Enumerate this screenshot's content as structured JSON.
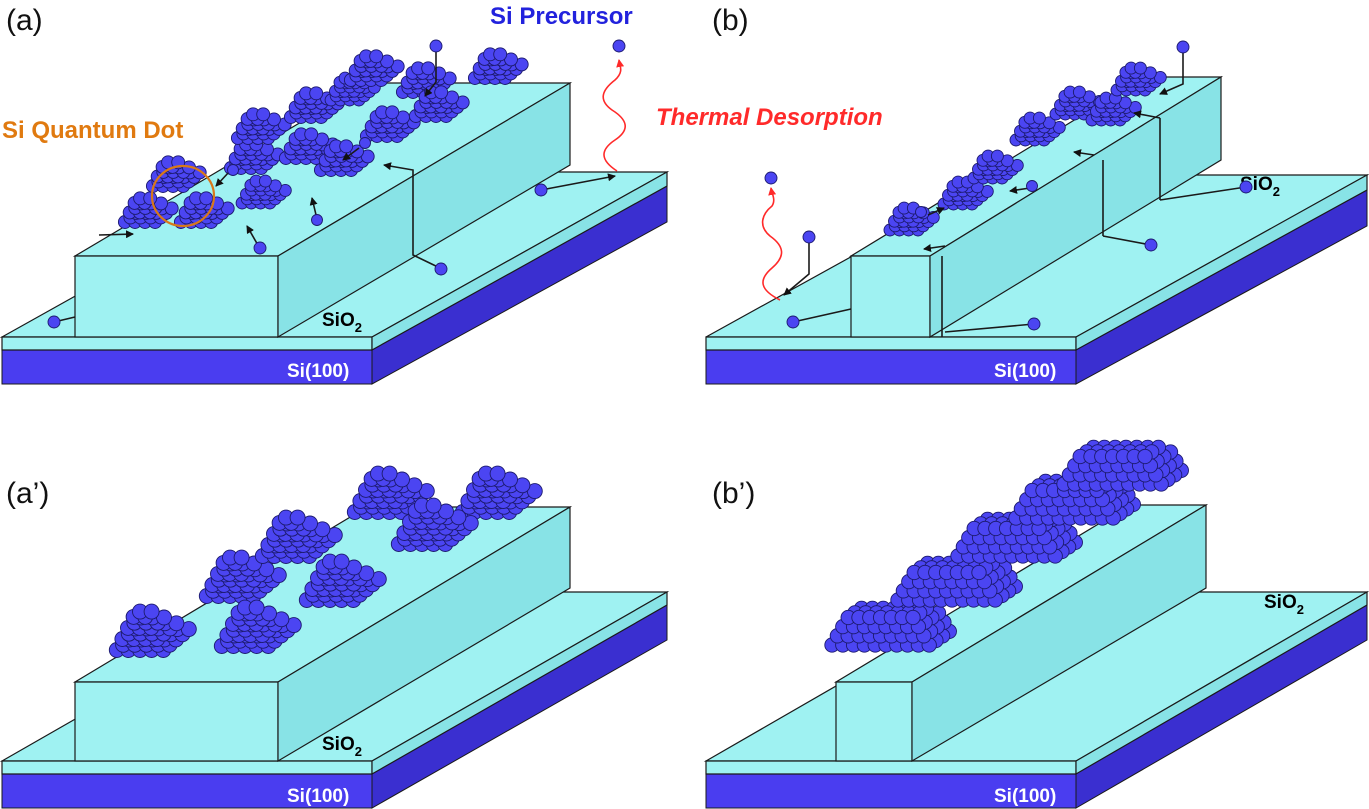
{
  "panels": {
    "a": {
      "label": "(a)"
    },
    "b": {
      "label": "(b)"
    },
    "a_prime": {
      "label": "(a’)"
    },
    "b_prime": {
      "label": "(b’)"
    }
  },
  "labels": {
    "si_precursor": "Si Precursor",
    "si_quantum_dot": "Si Quantum Dot",
    "thermal_desorption": "Thermal Desorption",
    "sio2_base": "SiO",
    "sio2_sub": "2",
    "substrate": "Si(100)"
  },
  "colors": {
    "oxide": "#9ff2f2",
    "substrate": "#4a3df0",
    "atom": "#4b45f2",
    "precursor_label": "#2222dd",
    "dot_label": "#e07a10",
    "desorption": "#ff2a2a"
  }
}
